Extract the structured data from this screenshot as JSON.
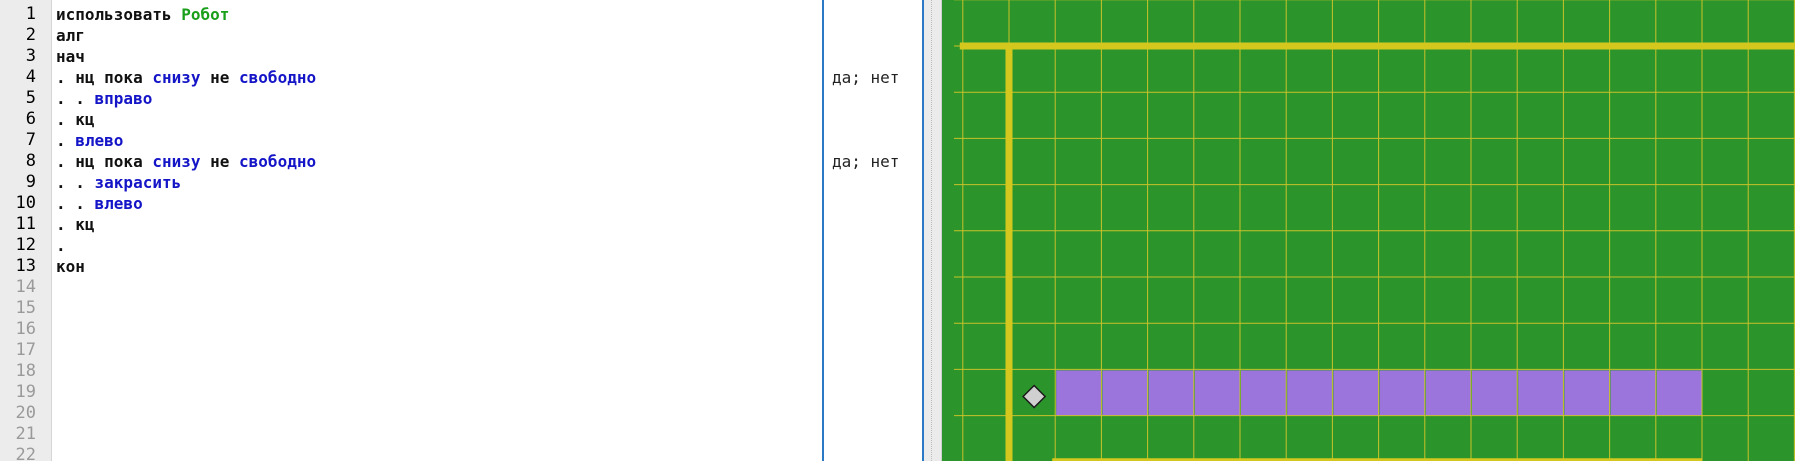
{
  "editor": {
    "lines": [
      {
        "n": "1",
        "tokens": [
          [
            "kw",
            "использовать "
          ],
          [
            "robot",
            "Робот"
          ]
        ]
      },
      {
        "n": "2",
        "tokens": [
          [
            "kw",
            "алг"
          ]
        ]
      },
      {
        "n": "3",
        "tokens": [
          [
            "kw",
            "нач"
          ]
        ]
      },
      {
        "n": "4",
        "tokens": [
          [
            "kw",
            ". нц пока "
          ],
          [
            "cmd",
            "снизу"
          ],
          [
            "kw",
            " не "
          ],
          [
            "cmd",
            "свободно"
          ]
        ],
        "note": "да; нет"
      },
      {
        "n": "5",
        "tokens": [
          [
            "kw",
            ". . "
          ],
          [
            "cmd",
            "вправо"
          ]
        ]
      },
      {
        "n": "6",
        "tokens": [
          [
            "kw",
            ". кц"
          ]
        ]
      },
      {
        "n": "7",
        "tokens": [
          [
            "kw",
            ". "
          ],
          [
            "cmd",
            "влево"
          ]
        ]
      },
      {
        "n": "8",
        "tokens": [
          [
            "kw",
            ". нц пока "
          ],
          [
            "cmd",
            "снизу"
          ],
          [
            "kw",
            " не "
          ],
          [
            "cmd",
            "свободно"
          ]
        ],
        "note": "да; нет"
      },
      {
        "n": "9",
        "tokens": [
          [
            "kw",
            ". . "
          ],
          [
            "cmd",
            "закрасить"
          ]
        ]
      },
      {
        "n": "10",
        "tokens": [
          [
            "kw",
            ". . "
          ],
          [
            "cmd",
            "влево"
          ]
        ]
      },
      {
        "n": "11",
        "tokens": [
          [
            "kw",
            ". кц"
          ]
        ]
      },
      {
        "n": "12",
        "tokens": [
          [
            "kw",
            "."
          ]
        ]
      },
      {
        "n": "13",
        "tokens": [
          [
            "kw",
            "кон"
          ]
        ]
      },
      {
        "n": "14",
        "tokens": []
      },
      {
        "n": "15",
        "tokens": []
      },
      {
        "n": "16",
        "tokens": []
      },
      {
        "n": "17",
        "tokens": []
      },
      {
        "n": "18",
        "tokens": []
      },
      {
        "n": "19",
        "tokens": []
      },
      {
        "n": "20",
        "tokens": []
      },
      {
        "n": "21",
        "tokens": []
      },
      {
        "n": "22",
        "tokens": []
      }
    ],
    "dim_from_line": 14
  },
  "field": {
    "colors": {
      "background": "#2b952b",
      "grid": "#c9c22a",
      "wall": "#d4c81e",
      "painted": "#9b75dc",
      "robot_fill": "#d0d0d0",
      "robot_stroke": "#1a1a1a"
    },
    "robot": {
      "col": 1,
      "row": 8
    },
    "painted_cells": {
      "row": 8,
      "from_col": 2,
      "to_col": 15
    },
    "walls": [
      {
        "type": "h",
        "row_edge": 0,
        "from_col": 0,
        "to_col": 20
      },
      {
        "type": "v",
        "col_edge": 0,
        "from_row": 0,
        "to_row": 10
      },
      {
        "type": "h",
        "row_edge": 9,
        "from_col": 2,
        "to_col": 16
      }
    ]
  }
}
